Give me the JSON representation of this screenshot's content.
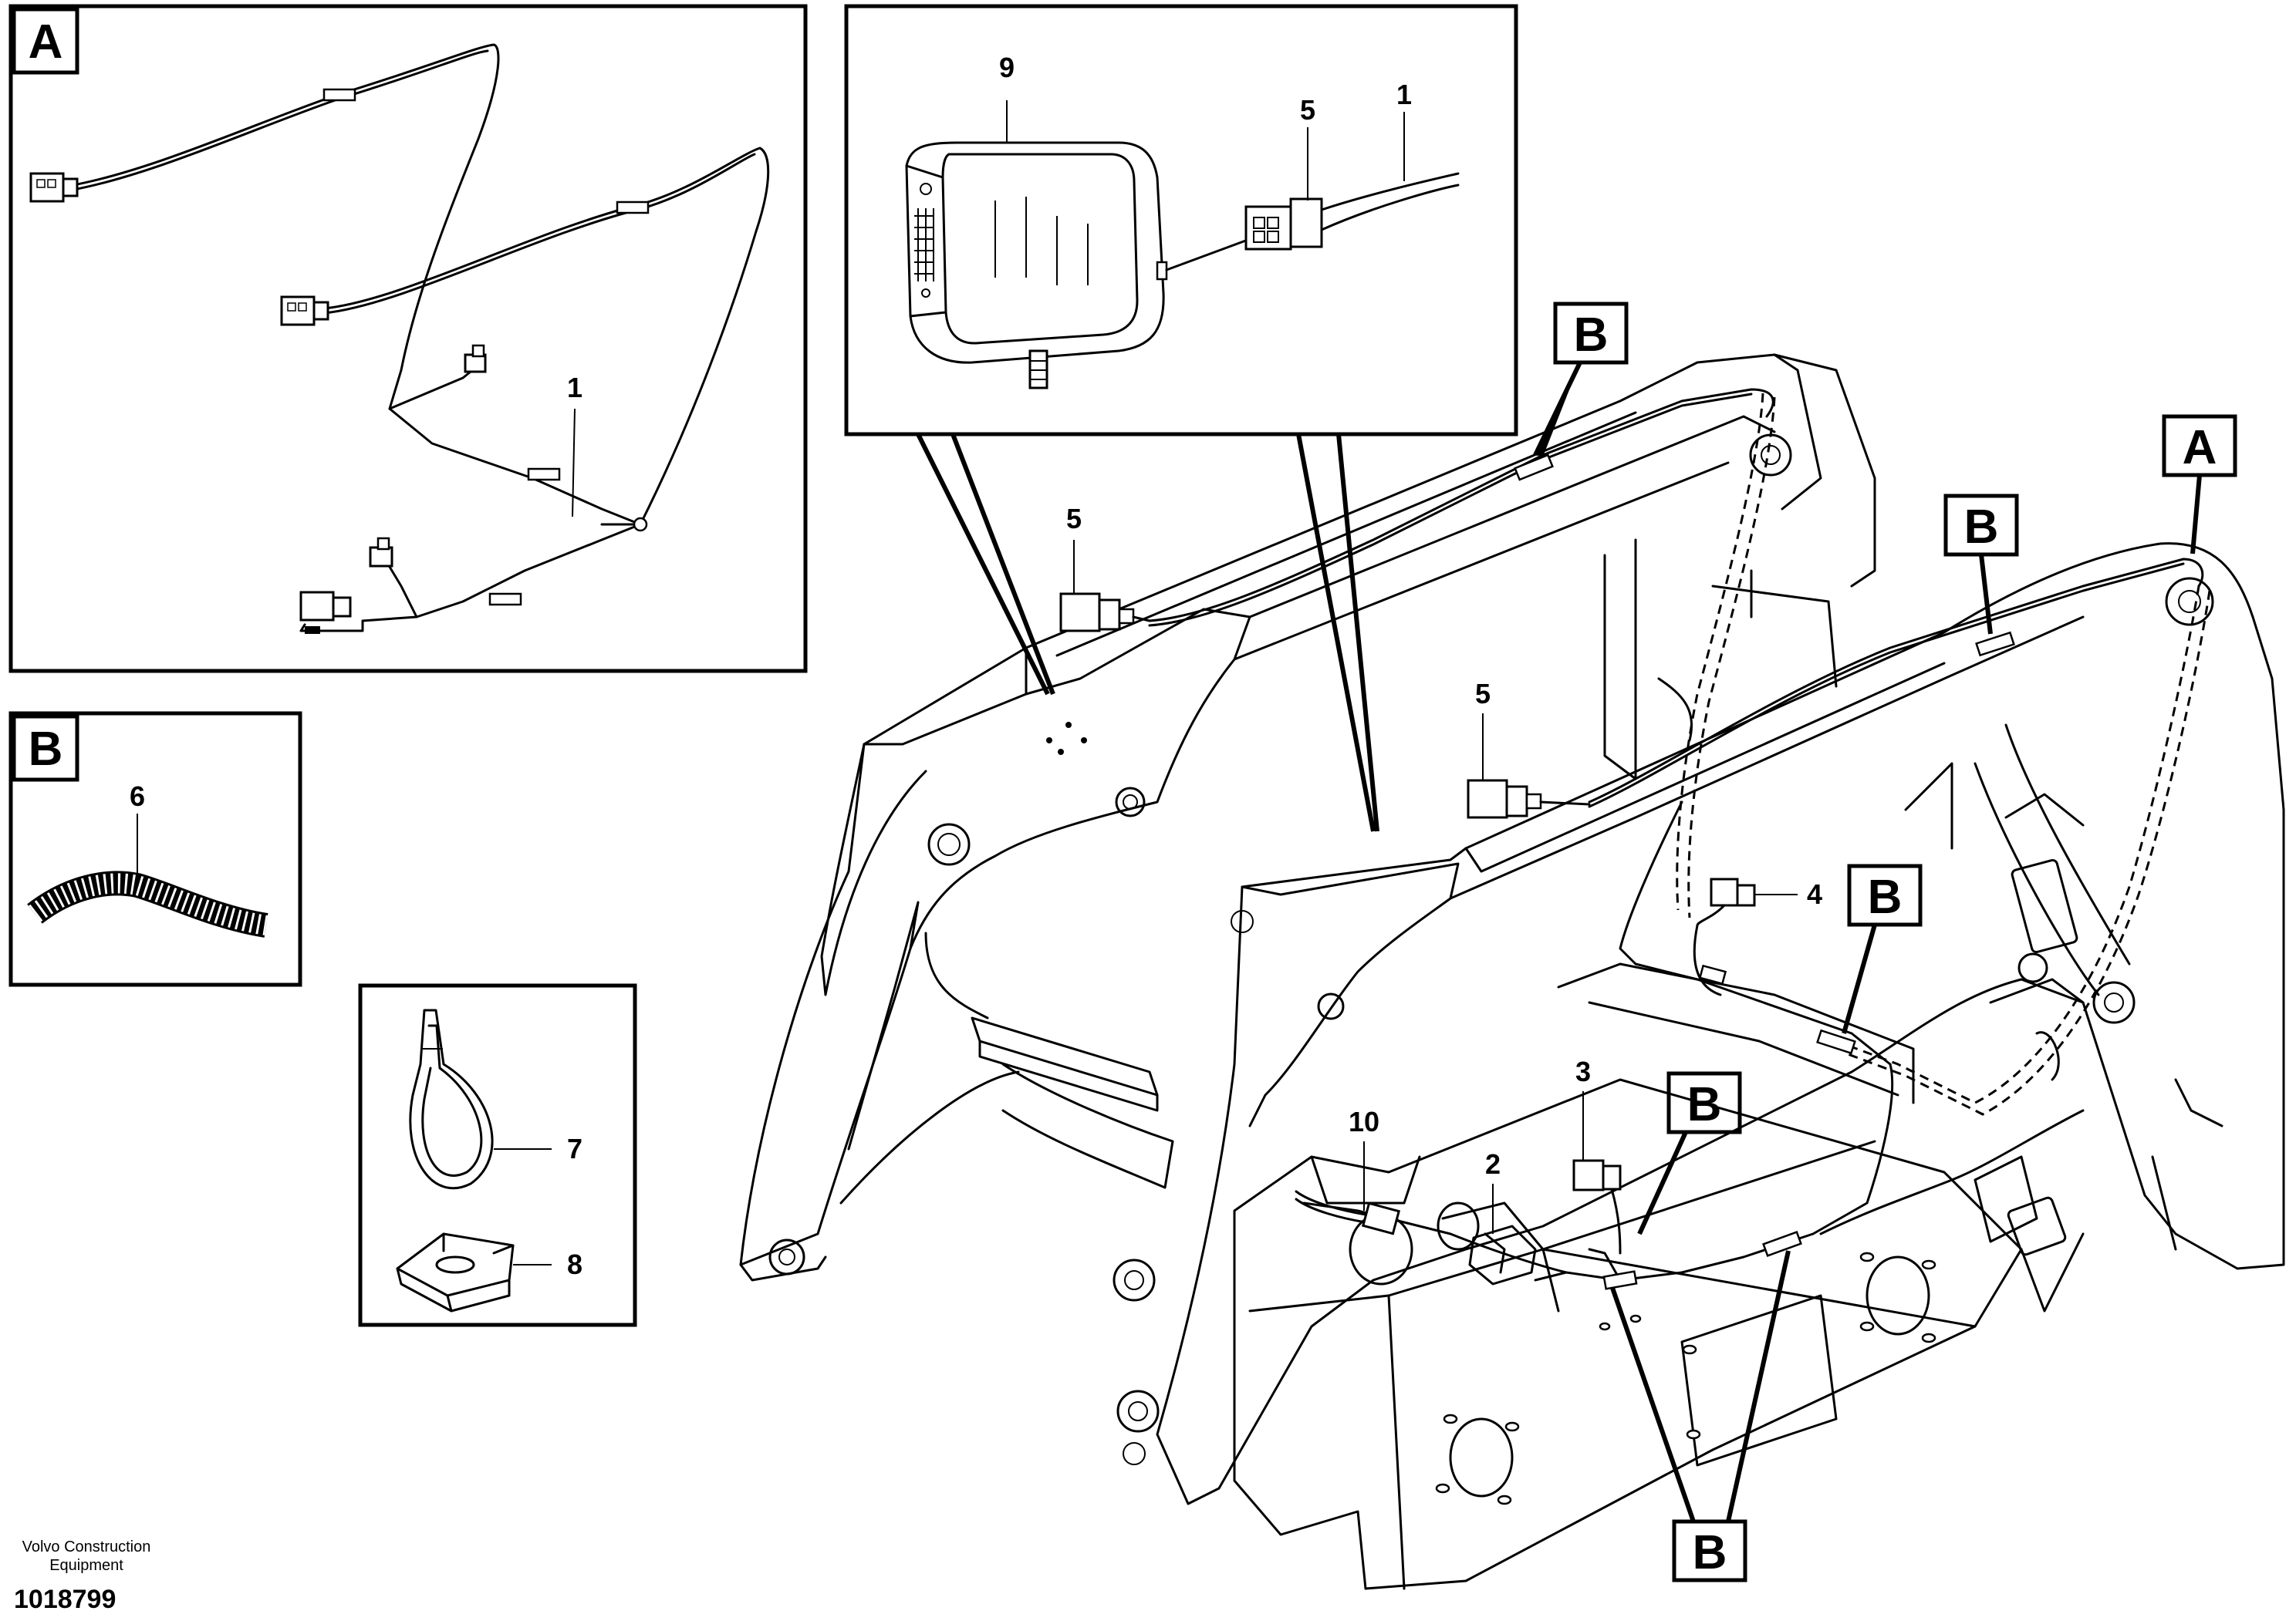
{
  "detail_labels": {
    "a": "A",
    "b": "B"
  },
  "callouts": {
    "harness": "1",
    "connector_2": "2",
    "connector_3": "3",
    "connector_4": "4",
    "connector_5": "5",
    "spiral_hose": "6",
    "cable_tie": "7",
    "clip": "8",
    "work_lamp": "9",
    "cable_10": "10"
  },
  "footer": {
    "company_line1": "Volvo Construction",
    "company_line2": "Equipment",
    "drawing_number": "1018799"
  }
}
